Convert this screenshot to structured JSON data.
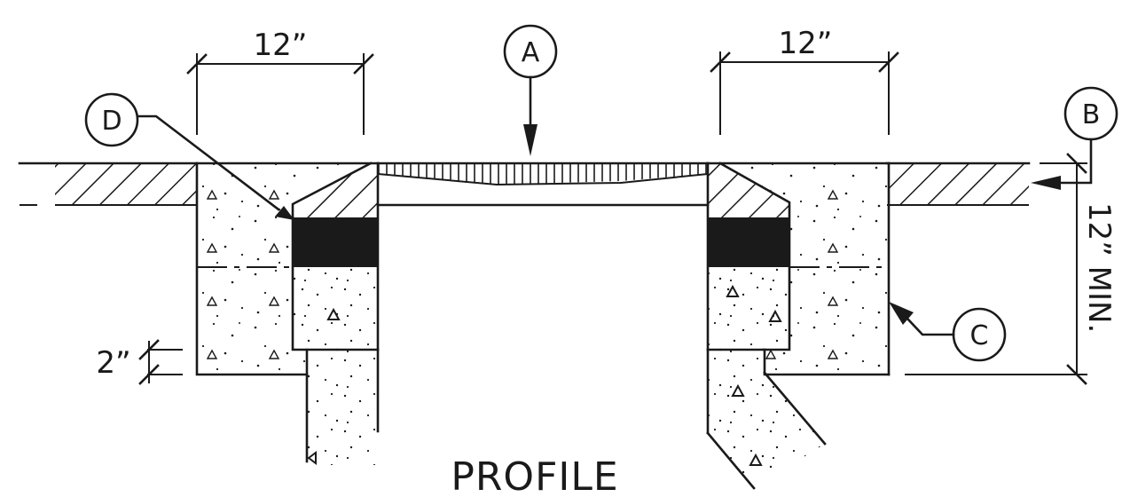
{
  "drawing": {
    "title": "PROFILE",
    "dimensions": {
      "left_width": "12”",
      "right_width": "12”",
      "depth": "12” MIN.",
      "step": "2”"
    },
    "callouts": {
      "a": "A",
      "b": "B",
      "c": "C",
      "d": "D"
    }
  }
}
